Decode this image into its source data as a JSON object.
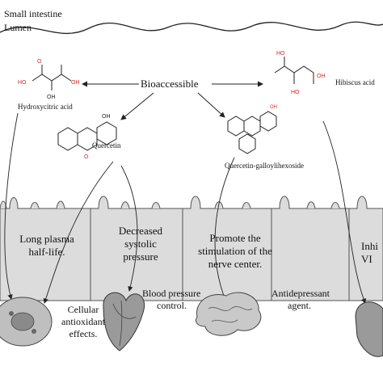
{
  "header": {
    "line1": "Small intestine",
    "line2": "Lumen"
  },
  "center_label": "Bioaccessible",
  "compounds": [
    {
      "label": "Hydroxycitric acid"
    },
    {
      "label": "Quercetin"
    },
    {
      "label": "Quercetin-galloylihexoside"
    },
    {
      "label": "Hibiscus acid"
    }
  ],
  "cells": [
    {
      "lines": [
        "Long plasma",
        "half-life."
      ]
    },
    {
      "lines": [
        "Decreased",
        "systolic",
        "pressure"
      ]
    },
    {
      "lines": [
        "Promote the",
        "stimulation of the",
        "nerve center."
      ]
    },
    {
      "lines": [
        "Inhi",
        "VI"
      ]
    }
  ],
  "effects": [
    {
      "lines": [
        "Cellular",
        "antioxidant",
        "effects."
      ]
    },
    {
      "lines": [
        "Blood pressure",
        "control."
      ]
    },
    {
      "lines": [
        "Antidepressant",
        "agent."
      ]
    }
  ],
  "colors": {
    "acid_groups": "#d62828",
    "cell_fill": "#dcdcdc",
    "cell_stroke": "#555555"
  }
}
